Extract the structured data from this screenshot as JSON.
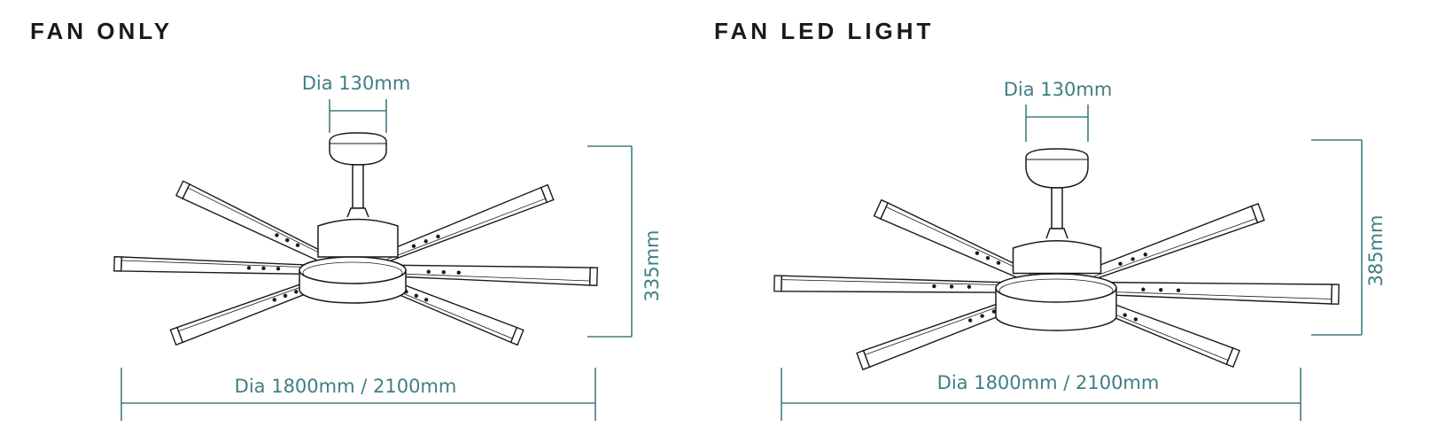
{
  "panels": [
    {
      "title": "FAN ONLY",
      "mount_dia": "Dia 130mm",
      "height": "335mm",
      "span": "Dia 1800mm / 2100mm"
    },
    {
      "title": "FAN LED LIGHT",
      "mount_dia": "Dia 130mm",
      "height": "385mm",
      "span": "Dia 1800mm / 2100mm"
    }
  ],
  "colors": {
    "dimension": "#3f7f80",
    "drawing": "#1a1a1a",
    "title": "#1a1a1a"
  }
}
